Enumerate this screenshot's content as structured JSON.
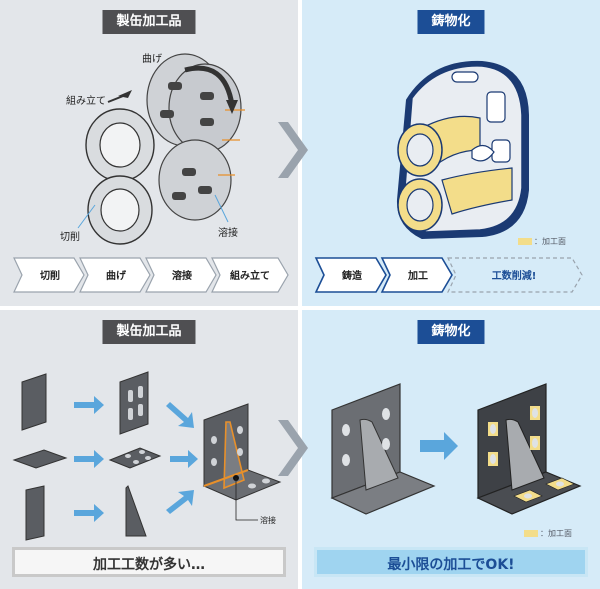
{
  "top_left": {
    "title": "製缶加工品",
    "label_bend": "曲げ",
    "label_assemble": "組み立て",
    "label_cut": "切削",
    "label_weld": "溶接",
    "steps": [
      "切削",
      "曲げ",
      "溶接",
      "組み立て"
    ]
  },
  "top_right": {
    "title": "鋳物化",
    "legend": "：加工面",
    "steps": [
      "鋳造",
      "加工",
      "工数削減!"
    ]
  },
  "bottom_left": {
    "title": "製缶加工品",
    "label_weld": "溶接",
    "footer": "加工工数が多い…"
  },
  "bottom_right": {
    "title": "鋳物化",
    "legend": "：加工面",
    "footer": "最小限の加工でOK!"
  },
  "colors": {
    "panel_gray": "#e3e6ea",
    "panel_blue": "#d6ebf8",
    "navy": "#1c4e96",
    "dark_tag": "#4f4f52",
    "machined_surface": "#f3dd8a",
    "weld_orange": "#e8902a",
    "arrow_blue": "#5aa6dc",
    "divider_arrow": "#9aa3ad"
  }
}
